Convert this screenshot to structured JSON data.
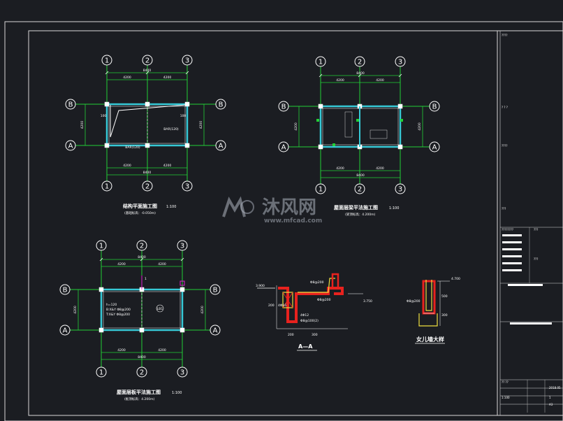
{
  "drawing": {
    "plan1": {
      "title": "结构平面施工图",
      "scale": "1:100",
      "note": "(基础标高：-0.050m)",
      "dims": {
        "total": "8400",
        "left": "4200",
        "right": "4200",
        "height": "4200"
      },
      "labels": [
        "100",
        "100",
        "BAR(120)",
        "BAR(120)"
      ]
    },
    "plan2": {
      "title": "屋面层梁平法施工图",
      "scale": "1:100",
      "note": "(梁顶标高：4.200m)",
      "dims": {
        "total": "8400",
        "left": "4200",
        "right": "4200",
        "height": "4200"
      }
    },
    "plan3": {
      "title": "屋面层板平法施工图",
      "scale": "1:100",
      "note": "(板顶标高：4.200m)",
      "dims": {
        "total": "8400",
        "left": "4200",
        "right": "4200",
        "height": "4200"
      },
      "slab_notes": [
        "h=120",
        "B:X&Y Φ8@200",
        "T:X&Y Φ8@200"
      ],
      "slab_tag": "LB1",
      "mark": "1"
    },
    "section_aa": {
      "title": "A—A",
      "dims": [
        "3.900",
        "3.750",
        "200",
        "300",
        "200",
        "4Φ16"
      ],
      "labels": [
        "Φ8@200",
        "Φ8@200",
        "4Φ12",
        "Φ8@100(2)"
      ]
    },
    "parapet": {
      "title": "女儿墙大样",
      "dims": [
        "4.700",
        "500",
        "300"
      ],
      "labels": [
        "Φ8@200"
      ]
    }
  },
  "axes": {
    "columns": [
      "1",
      "2",
      "3"
    ],
    "rows": [
      "A",
      "B"
    ]
  },
  "watermark": {
    "brand": "沐风网",
    "url": "www.mfcad.com",
    "logo": "mf-logo"
  },
  "title_block": {
    "rows": [
      "????",
      "? ? ?",
      "????",
      "???",
      "????????",
      "???",
      "???",
      "?? ??",
      "1:100",
      "2018.05",
      "1",
      "A3"
    ]
  },
  "colors": {
    "background": "#1b1d22",
    "axis_lines": "#22d036",
    "walls": "#36c9d6",
    "section_red": "#e8221e",
    "section_yellow": "#f0e040",
    "magenta": "#e020d0",
    "frame": "#ffffff"
  }
}
